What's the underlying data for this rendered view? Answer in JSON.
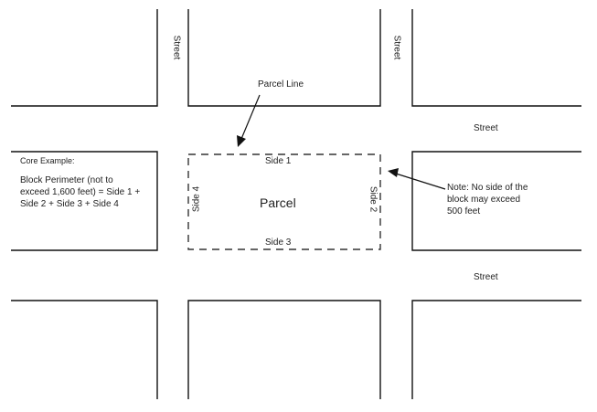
{
  "streets": {
    "vertical_left": "Street",
    "vertical_right": "Street",
    "horizontal_top": "Street",
    "horizontal_bottom": "Street"
  },
  "parcel": {
    "line_label": "Parcel Line",
    "label": "Parcel",
    "side_1": "Side 1",
    "side_2": "Side 2",
    "side_3": "Side 3",
    "side_4": "Side 4"
  },
  "core_example": {
    "title": "Core Example:",
    "text": "Block Perimeter (not to\nexceed  1,600 feet) = Side 1 +\nSide 2 + Side 3 + Side 4"
  },
  "note": {
    "text": "Note: No side of the\nblock may exceed\n500 feet"
  },
  "colors": {
    "line": "#111111",
    "dashed": "#333333",
    "text": "#222222",
    "background": "#ffffff"
  }
}
